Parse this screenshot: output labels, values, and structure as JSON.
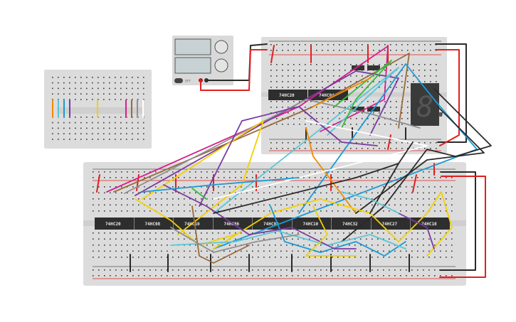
{
  "canvas": {
    "background": "#ffffff"
  },
  "power_supply": {
    "off_label": "OFF",
    "body_color": "#d9d9d9",
    "display_color": "#c8d2d4"
  },
  "top_breadboard": {
    "chips": [
      {
        "label": "74HC20"
      },
      {
        "label": "74HC04"
      }
    ],
    "seven_segment": {
      "digit": "8.",
      "color": "#3a3a3a"
    }
  },
  "main_breadboard": {
    "chips": [
      {
        "label": "74HC20"
      },
      {
        "label": "74HC08"
      },
      {
        "label": "74HC10"
      },
      {
        "label": "74HC86"
      },
      {
        "label": "74HC08"
      },
      {
        "label": "74HC10"
      },
      {
        "label": "74HC32"
      },
      {
        "label": "74HC27"
      },
      {
        "label": "74HC10"
      }
    ]
  },
  "small_breadboard": {
    "jumper_colors": [
      "#f08a00",
      "#5bc6d6",
      "#1a9ad6",
      "#7b3aa0",
      "#f2d000",
      "#d61f8c",
      "#9a6a3a",
      "#909090",
      "#ffffff"
    ]
  },
  "colors": {
    "board": "#dcdcdc",
    "hole": "#3a3a3a",
    "chip": "#2e2e2e",
    "wire_red": "#e02020",
    "wire_black": "#2a2a2a",
    "wire_blue": "#1a9ad6",
    "wire_cyan": "#5bc6d6",
    "wire_green": "#3cb83c",
    "wire_purple": "#7b3aa0",
    "wire_magenta": "#d61f8c",
    "wire_brown": "#9a6a3a",
    "wire_yellow": "#f2d000",
    "wire_orange": "#f08a00",
    "wire_gray": "#909090",
    "wire_white": "#ffffff"
  }
}
